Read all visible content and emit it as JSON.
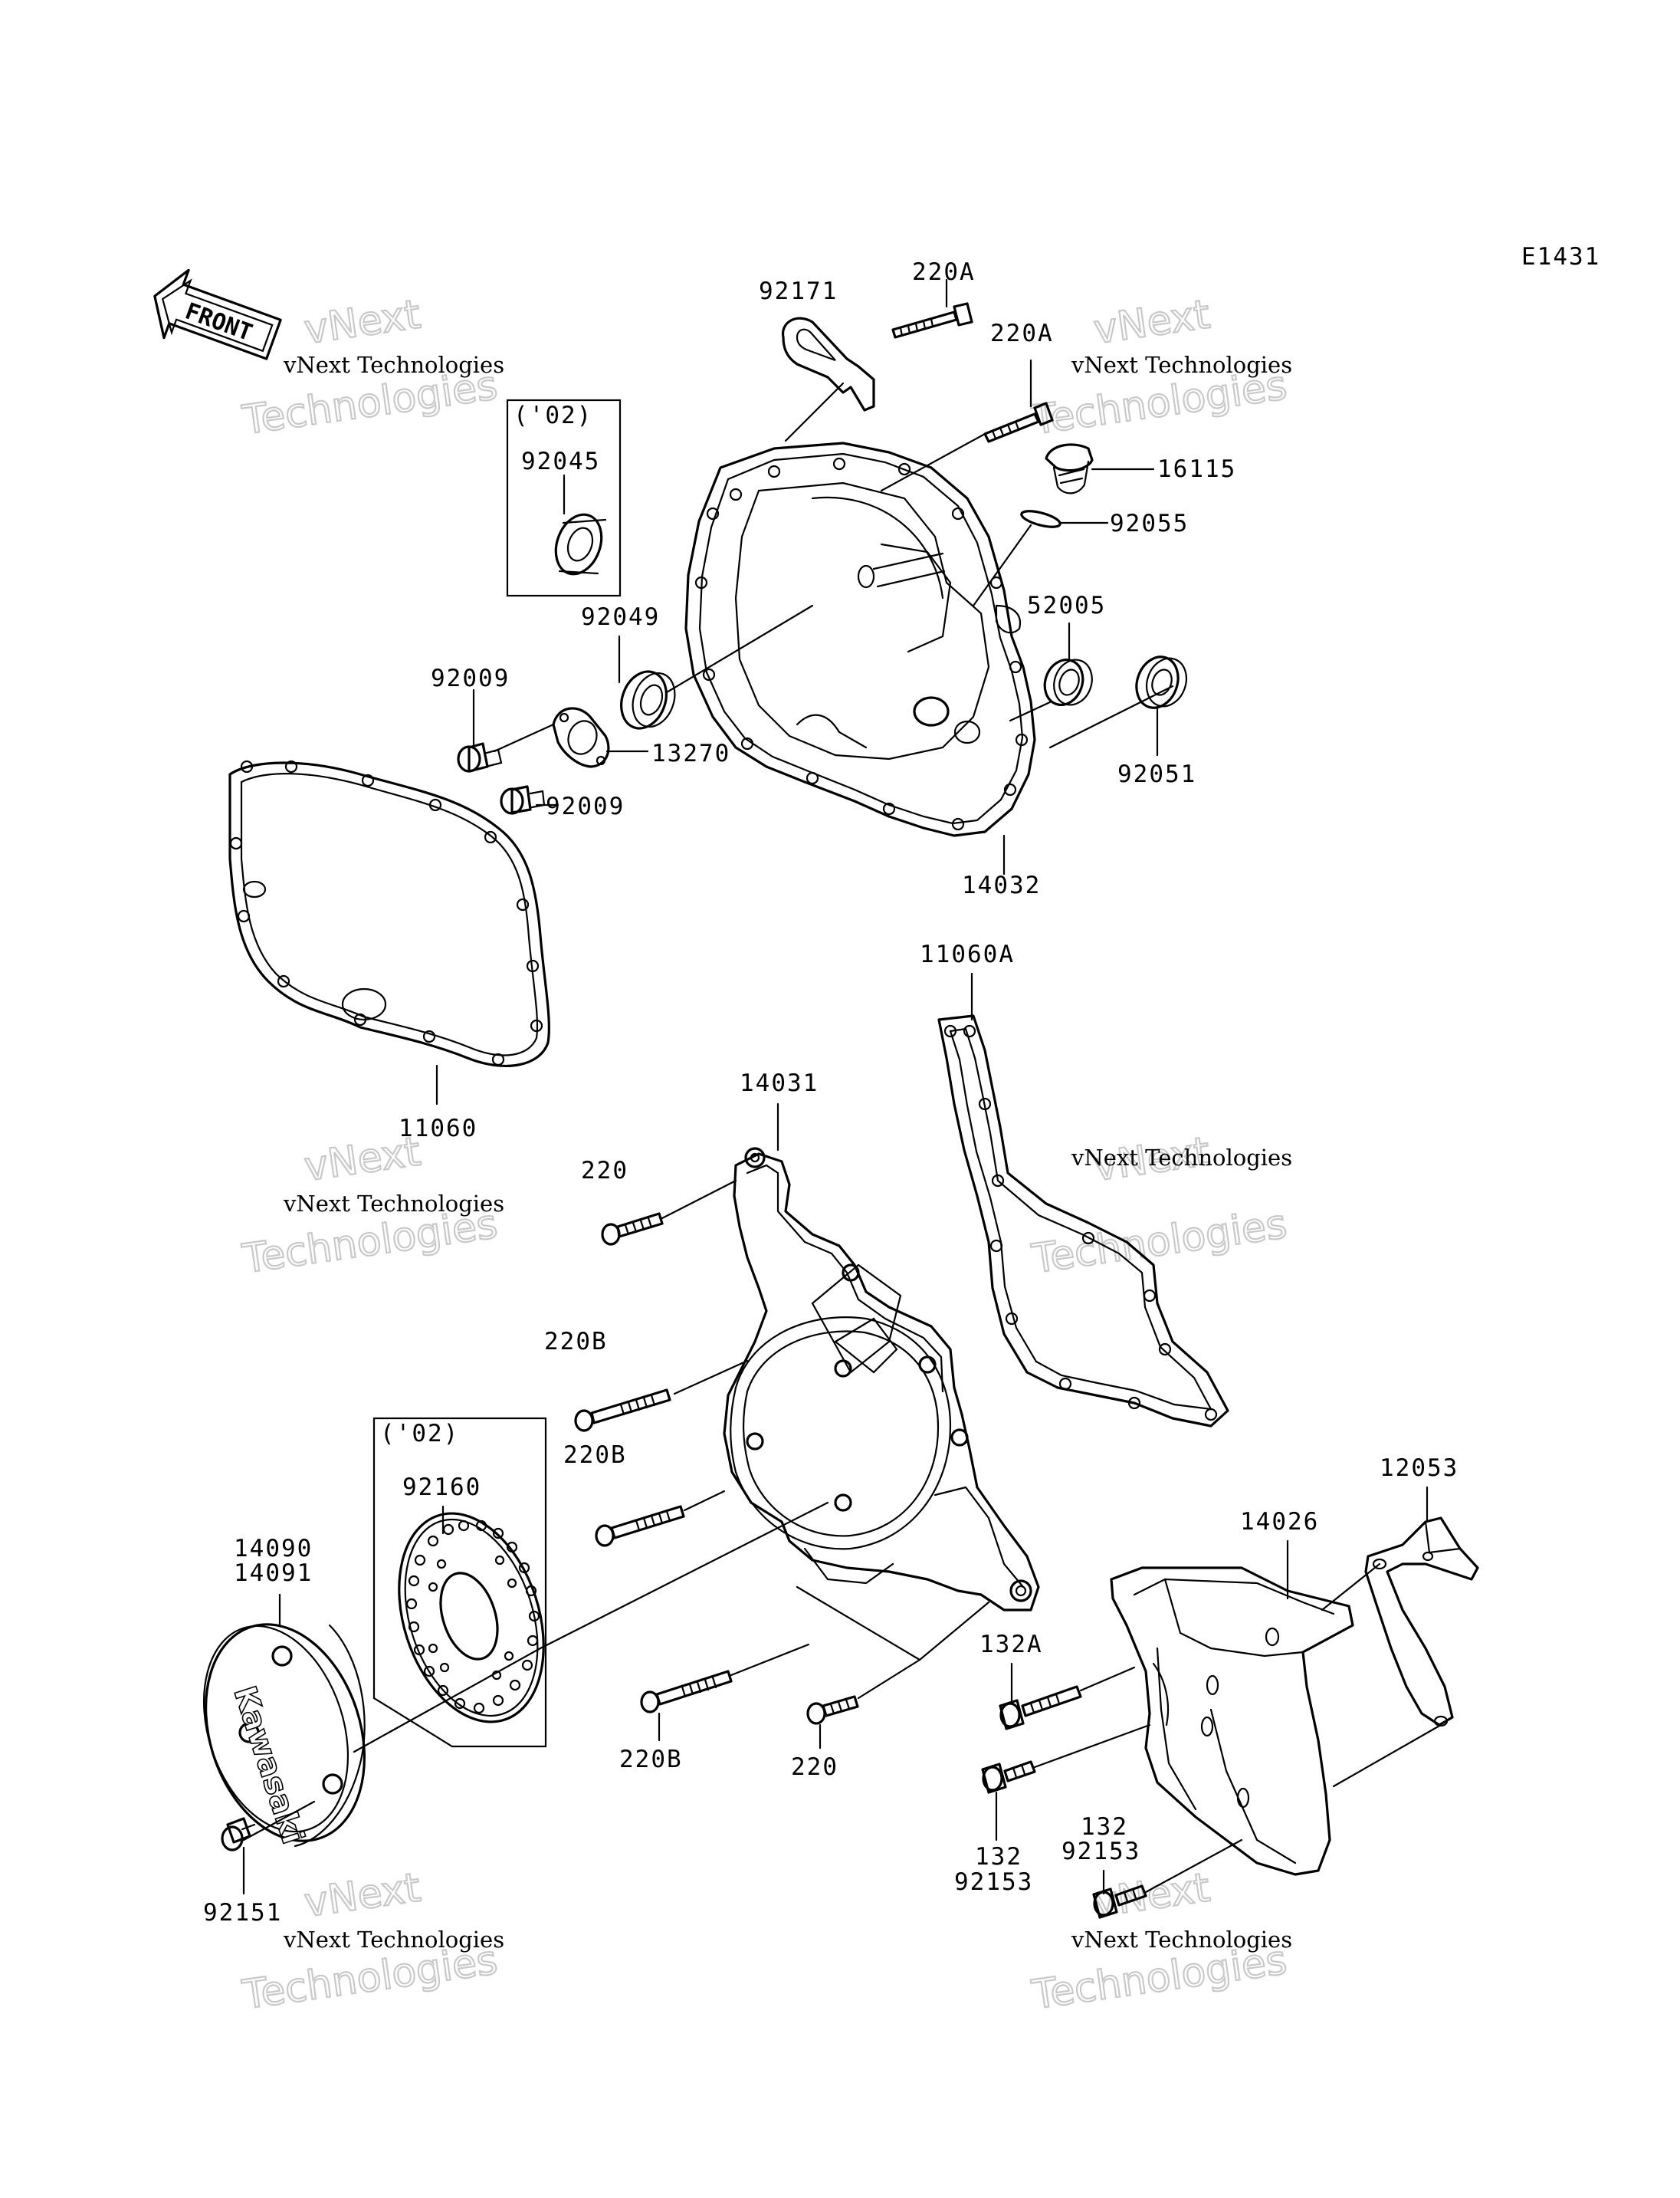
{
  "diagram_code": "E1431",
  "front_label": "FRONT",
  "logo_text": "Kawasaki",
  "watermark": {
    "brand": "vNext",
    "company": "vNext Technologies",
    "tech": "Technologies"
  },
  "groups": [
    {
      "id": "g1",
      "label": "('02)"
    },
    {
      "id": "g2",
      "label": "('02)"
    }
  ],
  "parts": [
    {
      "id": "p92171",
      "label": "92171"
    },
    {
      "id": "p220A_1",
      "label": "220A"
    },
    {
      "id": "p220A_2",
      "label": "220A"
    },
    {
      "id": "p16115",
      "label": "16115"
    },
    {
      "id": "p92055",
      "label": "92055"
    },
    {
      "id": "p92045",
      "label": "92045"
    },
    {
      "id": "p92049",
      "label": "92049"
    },
    {
      "id": "p52005",
      "label": "52005"
    },
    {
      "id": "p92009_1",
      "label": "92009"
    },
    {
      "id": "p13270",
      "label": "13270"
    },
    {
      "id": "p92009_2",
      "label": "92009"
    },
    {
      "id": "p92051",
      "label": "92051"
    },
    {
      "id": "p14032",
      "label": "14032"
    },
    {
      "id": "p11060A",
      "label": "11060A"
    },
    {
      "id": "p14031",
      "label": "14031"
    },
    {
      "id": "p11060",
      "label": "11060"
    },
    {
      "id": "p220_1",
      "label": "220"
    },
    {
      "id": "p220B_1",
      "label": "220B"
    },
    {
      "id": "p220B_2",
      "label": "220B"
    },
    {
      "id": "p92160",
      "label": "92160"
    },
    {
      "id": "p14090",
      "label": "14090"
    },
    {
      "id": "p14091",
      "label": "14091"
    },
    {
      "id": "p12053",
      "label": "12053"
    },
    {
      "id": "p14026",
      "label": "14026"
    },
    {
      "id": "p132A",
      "label": "132A"
    },
    {
      "id": "p220B_3",
      "label": "220B"
    },
    {
      "id": "p220_2",
      "label": "220"
    },
    {
      "id": "p132_1",
      "label": "132"
    },
    {
      "id": "p92153_1",
      "label": "92153"
    },
    {
      "id": "p132_2",
      "label": "132"
    },
    {
      "id": "p92153_2",
      "label": "92153"
    },
    {
      "id": "p92151",
      "label": "92151"
    }
  ]
}
